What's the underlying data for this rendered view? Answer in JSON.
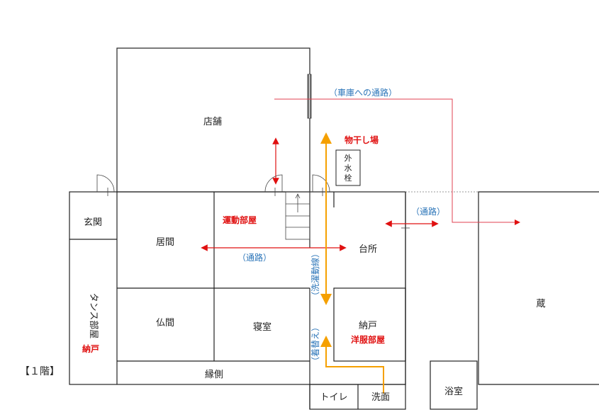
{
  "floor_label": "【１階】",
  "rooms": {
    "store": "店舗",
    "entrance": "玄関",
    "living": "居間",
    "sports_room": "運動部屋",
    "kitchen": "台所",
    "closet_room": "タンス部屋",
    "closet_note": "納戸",
    "butsuma": "仏間",
    "bedroom": "寝室",
    "storage": "納戸",
    "clothes_room": "洋服部屋",
    "engawa": "縁側",
    "toilet": "トイレ",
    "washroom": "洗面",
    "bath": "浴室",
    "kura": "蔵"
  },
  "annotations": {
    "to_garage": "（車庫への通路）",
    "drying_area": "物干し場",
    "outdoor_tap": [
      "外",
      "水",
      "栓"
    ],
    "passage_kitchen": "（通路）",
    "passage_living": "（通路）",
    "laundry_line": "（洗濯動線）",
    "changing": "（着替え）"
  },
  "colors": {
    "wall": "#222222",
    "red": "#e01010",
    "blue": "#2a74b8",
    "orange": "#f5a000",
    "pink": "#e04050"
  }
}
